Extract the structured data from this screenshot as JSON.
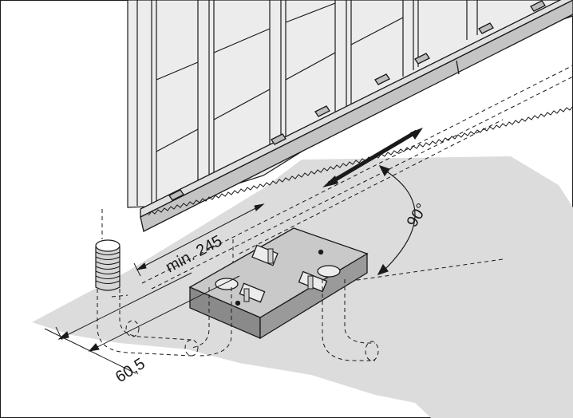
{
  "labels": {
    "min_distance": "min. 245",
    "angle": "90°",
    "offset": "60,5"
  },
  "colors": {
    "ground": "#dcdcdc",
    "plate_top": "#c9c9c9",
    "plate_side": "#9a9a9a",
    "plate_front": "#8a8a8a",
    "rack": "#c4c4c4",
    "gate": "#ececec",
    "ink": "#1a1a1a"
  },
  "icons": {
    "arrow": "double-arrow-icon",
    "conduit": "conduit-pipe-icon",
    "screw": "anchor-bolt-icon"
  }
}
